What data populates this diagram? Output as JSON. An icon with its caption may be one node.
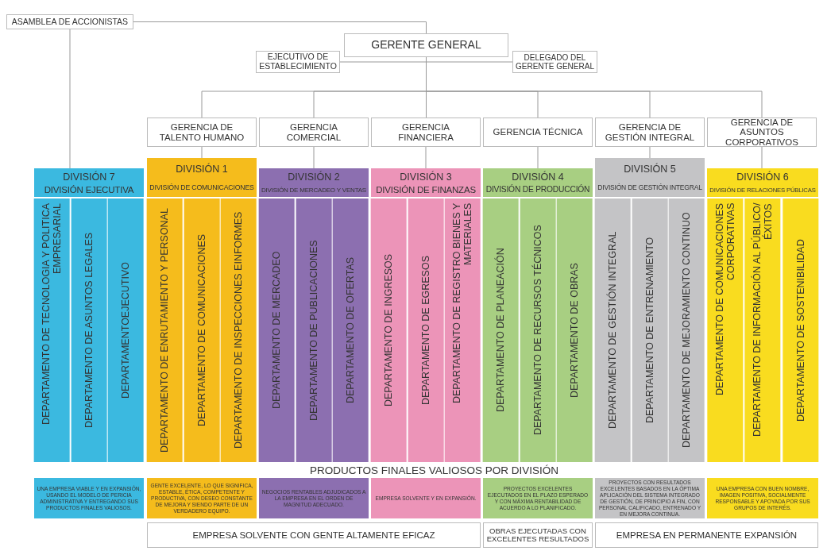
{
  "diagram": {
    "nodes": [
      {
        "text": [
          "ASAMBLEA DE ACCIONISTAS"
        ]
      },
      {
        "text": [
          "GERENTE GENERAL"
        ]
      },
      {
        "text": [
          "EJECUTIVO DE ESTABLECIMIENTO"
        ]
      },
      {
        "text": [
          "DELEGADO DEL GERENTE GENERAL"
        ]
      },
      {
        "text": [
          "GERENCIA DE TALENTO HUMANO"
        ]
      },
      {
        "text": [
          "GERENCIA COMERCIAL"
        ]
      },
      {
        "text": [
          "GERENCIA FINANCIERA"
        ]
      },
      {
        "text": [
          "GERENCIA TÉCNICA"
        ]
      },
      {
        "text": [
          "GERENCIA DE GESTIÓN INTEGRAL"
        ]
      },
      {
        "text": [
          "GERENCIA DE ASUNTOS CORPORATIVOS"
        ]
      },
      {
        "text": [
          "DIVISIÓN 7",
          "DIVISIÓN EJECUTIVA"
        ]
      },
      {
        "text": [
          "DIVISIÓN 1",
          "DIVISIÓN DE COMUNICACIONES"
        ]
      },
      {
        "text": [
          "DIVISIÓN 2",
          "DIVISIÓN DE MERCADEO Y VENTAS"
        ]
      },
      {
        "text": [
          "DIVISIÓN 3",
          "DIVISIÓN DE FINANZAS"
        ]
      },
      {
        "text": [
          "DIVISIÓN 4",
          "DIVISIÓN DE PRODUCCIÓN"
        ]
      },
      {
        "text": [
          "DIVISIÓN 5",
          "DIVISIÓN DE GESTIÓN INTEGRAL"
        ]
      },
      {
        "text": [
          "DIVISIÓN 6",
          "DIVISIÓN DE RELACIONES PÚBLICAS"
        ]
      },
      {
        "text": [
          "DEPARTAMENTO DE TECNOLOGIA Y POLITICA EMPRESARIAL"
        ]
      },
      {
        "text": [
          "DEPARTAMENTO DE ASUNTOS LEGALES"
        ]
      },
      {
        "text": [
          "DEPARTAMENTOEJECUTIVO"
        ]
      },
      {
        "text": [
          "DEPARTAMENTO DE ENRUTAMIENTO Y PERSONAL"
        ]
      },
      {
        "text": [
          "DEPARTAMENTO DE COMUNICACIONES"
        ]
      },
      {
        "text": [
          "DEPARTAMENTO DE INSPECCIONES EINFORMES"
        ]
      },
      {
        "text": [
          "DEPARTAMENTO DE MERCADEO"
        ]
      },
      {
        "text": [
          "DEPARTAMENTO DE PUBLICACIONES"
        ]
      },
      {
        "text": [
          "DEPARTAMENTO DE OFERTAS"
        ]
      },
      {
        "text": [
          "DEPARTAMENTO DE INGRESOS"
        ]
      },
      {
        "text": [
          "DEPARTAMENTO DE EGRESOS"
        ]
      },
      {
        "text": [
          "DEPARTAMENTO DE REGISTRO BIENES Y MATERIALES"
        ]
      },
      {
        "text": [
          "DEPARTAMENTO DE PLANEACIÓN"
        ]
      },
      {
        "text": [
          "DEPARTAMENTO DE RECURSOS TÉCNICOS"
        ]
      },
      {
        "text": [
          "DEPARTAMENTO DE OBRAS"
        ]
      },
      {
        "text": [
          "DEPARTAMENTO DE GESTIÓN INTEGRAL"
        ]
      },
      {
        "text": [
          "DEPARTAMENTO DE ENTRENAMIENTO"
        ]
      },
      {
        "text": [
          "DEPARTAMENTO DE MEJORAMIENTO  CONTINUO"
        ]
      },
      {
        "text": [
          "DEPARTAMENTO DE COMUNICACIONES CORPORATIVAS"
        ]
      },
      {
        "text": [
          "DEPARTAMENTO DE INFORMACIÓN AL PÚBLICO/ÉXITOS"
        ]
      },
      {
        "text": [
          "DEPARTAMENTO DE SOSTENIBILIDAD"
        ]
      },
      {
        "text": [
          "UNA EMPRESA VIABLE Y EN EXPANSIÓN, USANDO EL MODELO DE PERICIA ADMINISTRATIVA Y ENTREGANDO SUS PRODUCTOS FINALES VALIOSOS."
        ]
      },
      {
        "text": [
          "GENTE EXCELENTE, LO QUE SIGNIFICA, ESTABLE, ÉTICA, COMPETENTE Y PRODUCTIVA, CON DESEO CONSTANTE DE MEJORA Y SIENDO PARTE DE UN VERDADERO EQUIPO."
        ]
      },
      {
        "text": [
          "NEGOCIOS RENTABLES ADJUDICADOS A LA EMPRESA EN EL ORDEN DE MAGNITUD ADECUADO."
        ]
      },
      {
        "text": [
          "EMPRESA SOLVENTE Y EN EXPANSIÓN."
        ]
      },
      {
        "text": [
          "PROYECTOS EXCELENTES EJECUTADOS EN EL PLAZO ESPERADO Y CON MÁXIMA RENTABILIDAD DE ACUERDO A LO PLANIFICADO."
        ]
      },
      {
        "text": [
          "PROYECTOS CON RESULTADOS EXCELENTES BASADOS EN LA ÓPTIMA APLICACIÓN DEL SISTEMA INTEGRADO DE GESTIÓN, DE PRINCIPIO A FIN, CON PERSONAL CALIFICADO, ENTRENADO Y EN MEJORA CONTINUA."
        ]
      },
      {
        "text": [
          "UNA EMPRESA CON BUEN NOMBRE, IMAGEN POSITIVA, SOCIALMENTE RESPONSABLE Y APOYADA POR SUS GRUPOS DE INTERÉS."
        ]
      },
      {
        "text": [
          "EMPRESA SOLVENTE CON GENTE ALTAMENTE EFICAZ"
        ]
      },
      {
        "text": [
          "OBRAS EJECUTADAS CON EXCELENTES RESULTADOS"
        ]
      },
      {
        "text": [
          "EMPRESA EN PERMANENTE  EXPANSIÓN"
        ]
      }
    ],
    "edges": [
      {
        "from": 0,
        "to": 1,
        "arrow": "none"
      },
      {
        "from": 0,
        "to": 10,
        "arrow": "none"
      },
      {
        "from": 1,
        "to": 2,
        "arrow": "none"
      },
      {
        "from": 1,
        "to": 3,
        "arrow": "none"
      },
      {
        "from": 1,
        "to": 4,
        "arrow": "none"
      },
      {
        "from": 1,
        "to": 5,
        "arrow": "none"
      },
      {
        "from": 1,
        "to": 6,
        "arrow": "none"
      },
      {
        "from": 1,
        "to": 7,
        "arrow": "none"
      },
      {
        "from": 1,
        "to": 8,
        "arrow": "none"
      },
      {
        "from": 1,
        "to": 9,
        "arrow": "none"
      },
      {
        "from": 4,
        "to": 11,
        "arrow": "none"
      },
      {
        "from": 5,
        "to": 12,
        "arrow": "none"
      },
      {
        "from": 6,
        "to": 13,
        "arrow": "none"
      },
      {
        "from": 7,
        "to": 14,
        "arrow": "none"
      },
      {
        "from": 8,
        "to": 15,
        "arrow": "none"
      },
      {
        "from": 9,
        "to": 16,
        "arrow": "none"
      }
    ],
    "labels": [
      "PRODUCTOS FINALES VALIOSOS POR DIVISIÓN"
    ]
  }
}
